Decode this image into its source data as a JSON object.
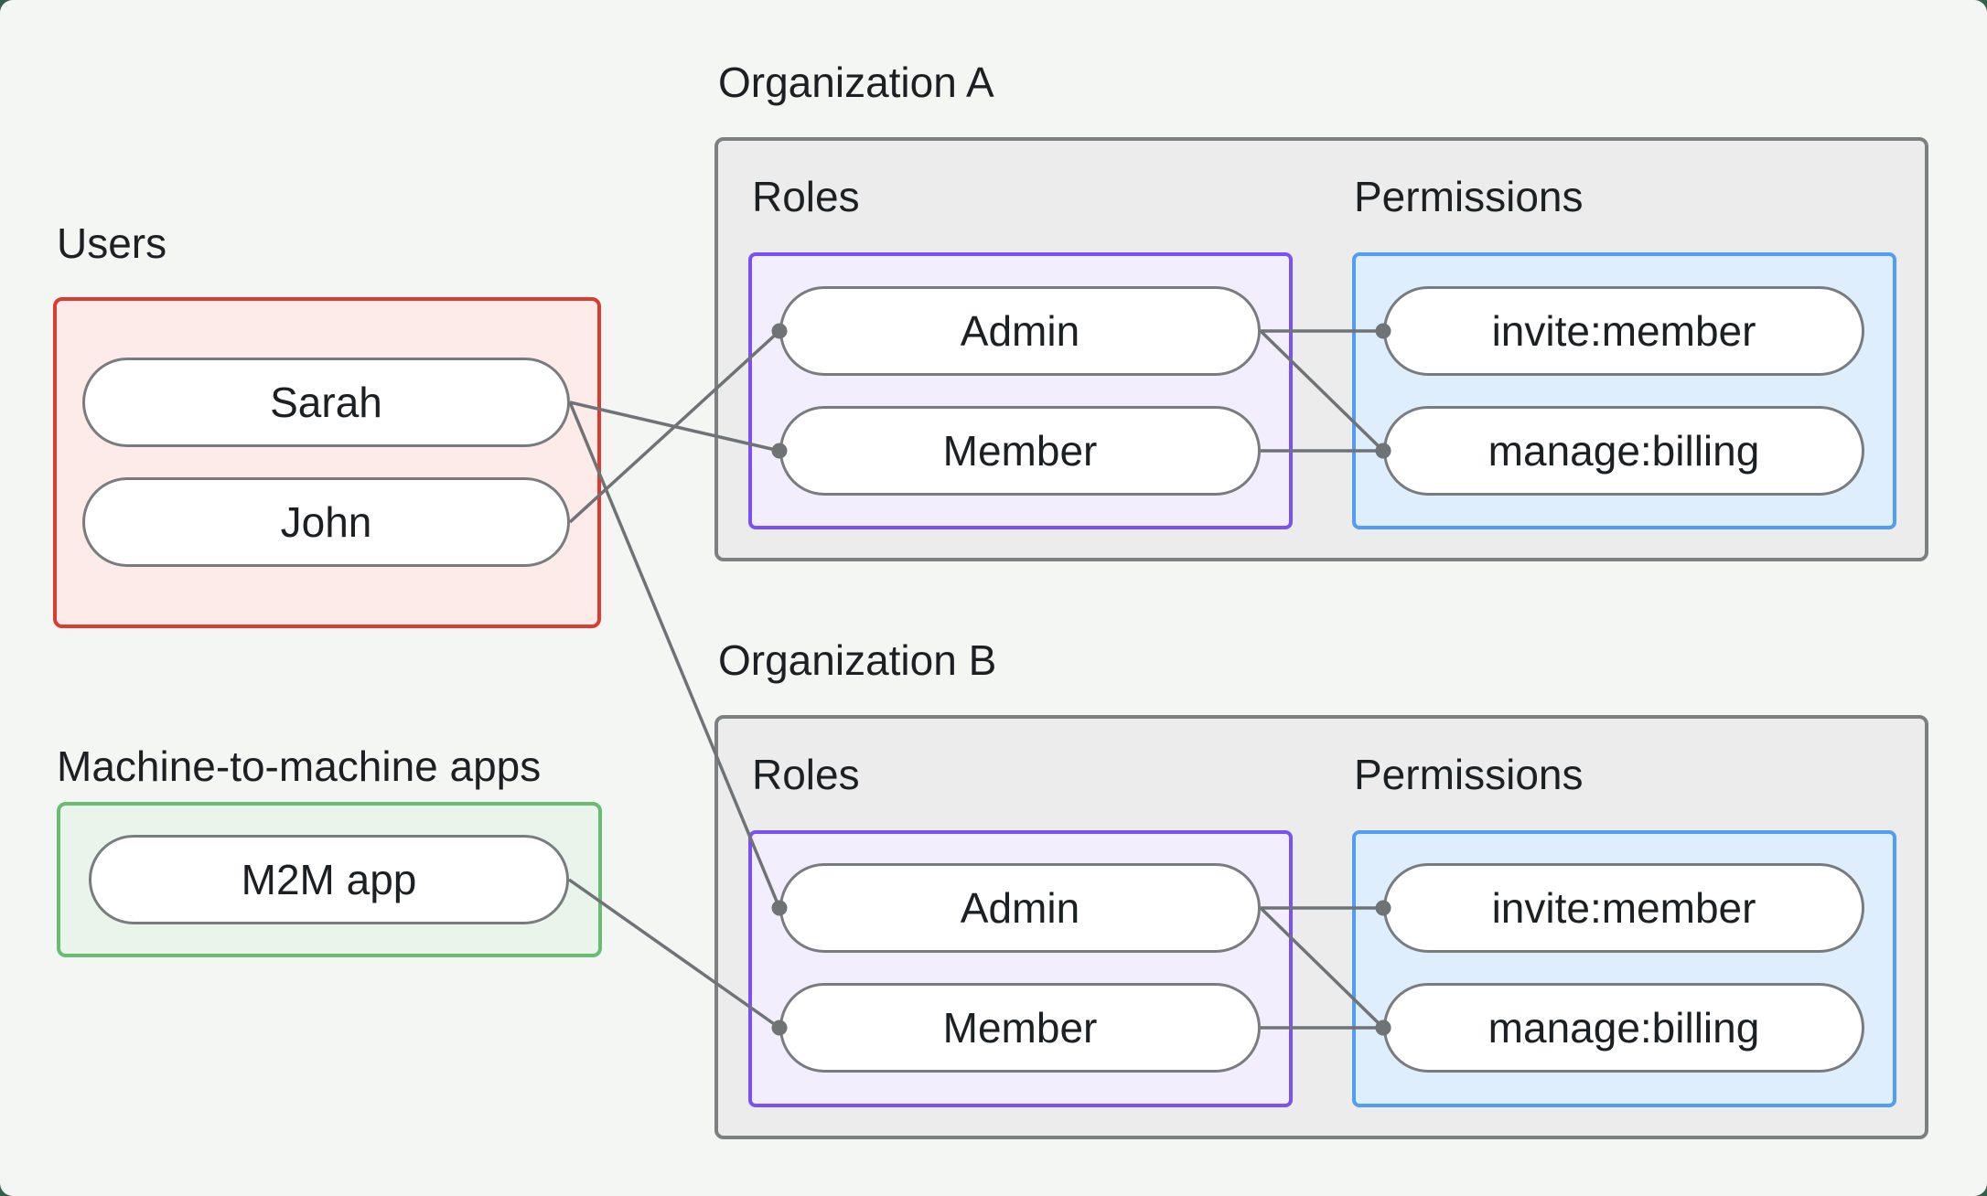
{
  "users_section": {
    "label": "Users",
    "items": [
      {
        "id": "sarah",
        "label": "Sarah"
      },
      {
        "id": "john",
        "label": "John"
      }
    ]
  },
  "m2m_section": {
    "label": "Machine-to-machine apps",
    "items": [
      {
        "id": "m2m",
        "label": "M2M app"
      }
    ]
  },
  "organizations": [
    {
      "id": "orgA",
      "title": "Organization A",
      "roles_label": "Roles",
      "permissions_label": "Permissions",
      "roles": [
        {
          "id": "orgA-admin",
          "label": "Admin"
        },
        {
          "id": "orgA-member",
          "label": "Member"
        }
      ],
      "permissions": [
        {
          "id": "orgA-invite",
          "label": "invite:member"
        },
        {
          "id": "orgA-billing",
          "label": "manage:billing"
        }
      ]
    },
    {
      "id": "orgB",
      "title": "Organization B",
      "roles_label": "Roles",
      "permissions_label": "Permissions",
      "roles": [
        {
          "id": "orgB-admin",
          "label": "Admin"
        },
        {
          "id": "orgB-member",
          "label": "Member"
        }
      ],
      "permissions": [
        {
          "id": "orgB-invite",
          "label": "invite:member"
        },
        {
          "id": "orgB-billing",
          "label": "manage:billing"
        }
      ]
    }
  ],
  "edges": [
    {
      "from": "sarah",
      "to": "orgA-member"
    },
    {
      "from": "john",
      "to": "orgA-admin"
    },
    {
      "from": "sarah",
      "to": "orgB-admin"
    },
    {
      "from": "m2m",
      "to": "orgB-member"
    },
    {
      "from": "orgA-admin",
      "to": "orgA-invite"
    },
    {
      "from": "orgA-admin",
      "to": "orgA-billing"
    },
    {
      "from": "orgA-member",
      "to": "orgA-billing"
    },
    {
      "from": "orgB-admin",
      "to": "orgB-invite"
    },
    {
      "from": "orgB-admin",
      "to": "orgB-billing"
    },
    {
      "from": "orgB-member",
      "to": "orgB-billing"
    }
  ],
  "colors": {
    "page_background": "#33604a",
    "canvas_background": "#f4f6f4",
    "users_border": "#dc3b30",
    "users_fill": "#fcebe9",
    "m2m_border": "#68bd71",
    "m2m_fill": "#e9f5ea",
    "org_border": "#7d8080",
    "org_fill": "#ebeceb",
    "roles_border": "#7b51f5",
    "roles_fill": "#f3eefd",
    "permissions_border": "#509df5",
    "permissions_fill": "#dfeefc",
    "node_border": "#797c7e",
    "node_fill": "#ffffff",
    "connector": "#6f7376",
    "text": "#1d2022"
  }
}
